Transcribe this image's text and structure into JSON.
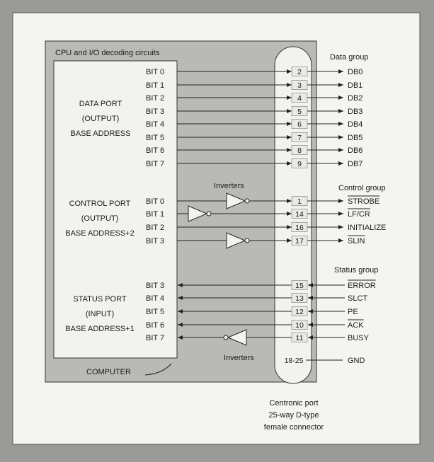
{
  "labels": {
    "cpu_title": "CPU and I/O decoding circuits",
    "data_group": "Data group",
    "control_group": "Control group",
    "status_group": "Status group",
    "inverters_top": "Inverters",
    "inverters_bottom": "Inverters",
    "computer": "COMPUTER"
  },
  "ports": {
    "data": [
      "DATA PORT",
      "(OUTPUT)",
      "BASE ADDRESS"
    ],
    "control": [
      "CONTROL PORT",
      "(OUTPUT)",
      "BASE ADDRESS+2"
    ],
    "status": [
      "STATUS PORT",
      "(INPUT)",
      "BASE ADDRESS+1"
    ]
  },
  "connector": [
    "Centronic port",
    "25-way D-type",
    "female connector"
  ],
  "data_group": [
    {
      "bit": "BIT 0",
      "pin": "2",
      "signal": "DB0"
    },
    {
      "bit": "BIT 1",
      "pin": "3",
      "signal": "DB1"
    },
    {
      "bit": "BIT 2",
      "pin": "4",
      "signal": "DB2"
    },
    {
      "bit": "BIT 3",
      "pin": "5",
      "signal": "DB3"
    },
    {
      "bit": "BIT 4",
      "pin": "6",
      "signal": "DB4"
    },
    {
      "bit": "BIT 5",
      "pin": "7",
      "signal": "DB5"
    },
    {
      "bit": "BIT 6",
      "pin": "8",
      "signal": "DB6"
    },
    {
      "bit": "BIT 7",
      "pin": "9",
      "signal": "DB7"
    }
  ],
  "control_group": [
    {
      "bit": "BIT 0",
      "pin": "1",
      "signal": "STROBE",
      "overline": true,
      "inverted": true
    },
    {
      "bit": "BIT 1",
      "pin": "14",
      "signal": "LF/CR",
      "overline": true,
      "inverted": true
    },
    {
      "bit": "BIT 2",
      "pin": "16",
      "signal": "INITIALIZE",
      "overline": false,
      "inverted": false
    },
    {
      "bit": "BIT 3",
      "pin": "17",
      "signal": "SLIN",
      "overline": true,
      "inverted": true
    }
  ],
  "status_group": [
    {
      "bit": "BIT 3",
      "pin": "15",
      "signal": "ERROR",
      "overline": true,
      "inverted": false
    },
    {
      "bit": "BIT 4",
      "pin": "13",
      "signal": "SLCT",
      "overline": false,
      "inverted": false
    },
    {
      "bit": "BIT 5",
      "pin": "12",
      "signal": "PE",
      "overline": false,
      "inverted": false
    },
    {
      "bit": "BIT 6",
      "pin": "10",
      "signal": "ACK",
      "overline": true,
      "inverted": false
    },
    {
      "bit": "BIT 7",
      "pin": "11",
      "signal": "BUSY",
      "overline": false,
      "inverted": true
    }
  ],
  "ground": {
    "pin": "18-25",
    "signal": "GND"
  }
}
